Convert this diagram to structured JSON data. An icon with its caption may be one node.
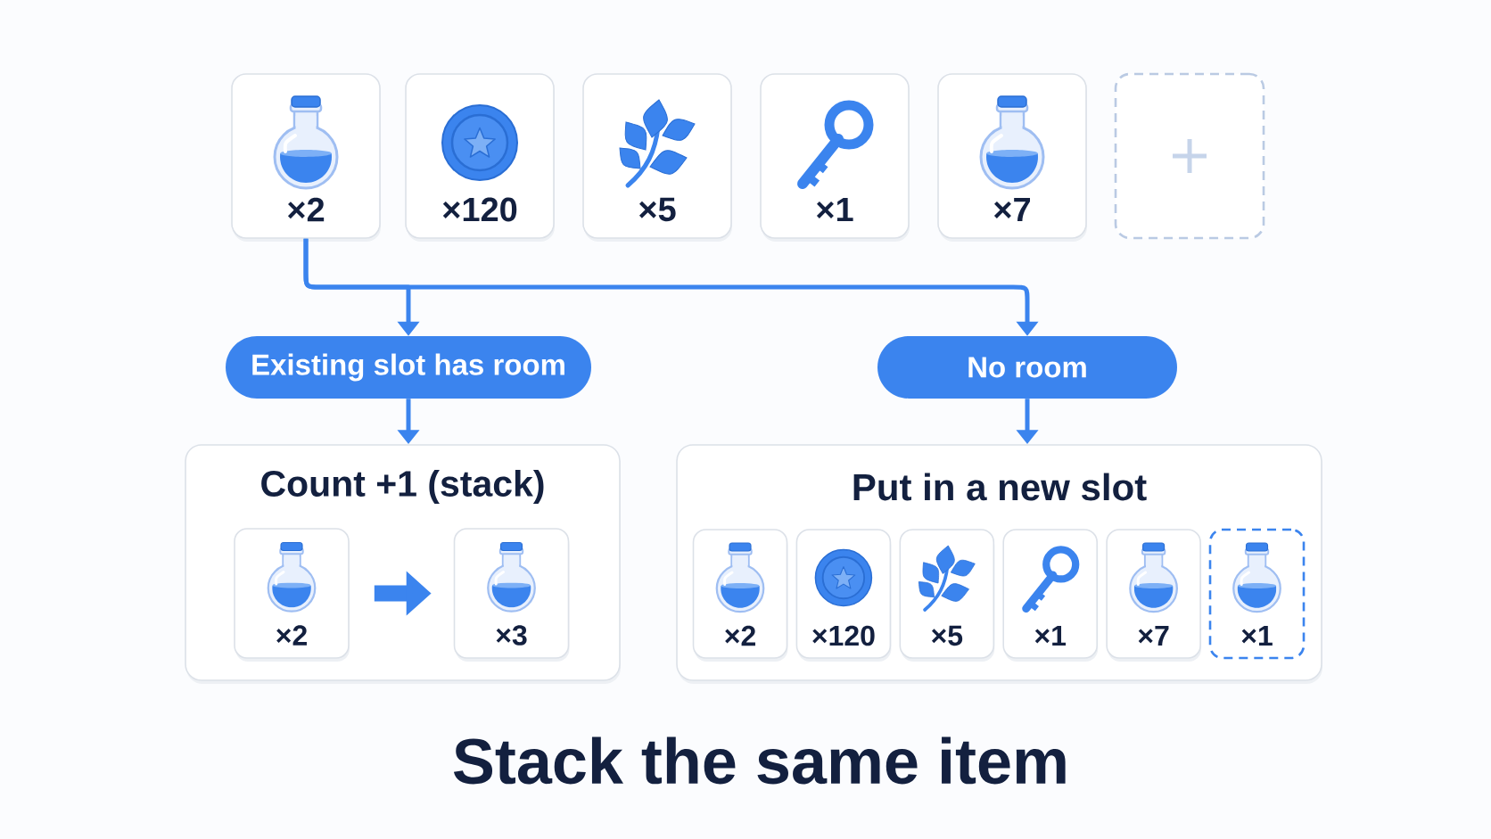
{
  "diagram": {
    "title": "Stack the same item",
    "nodes": [
      {
        "text": [
          "×2"
        ]
      },
      {
        "text": [
          "×120"
        ]
      },
      {
        "text": [
          "×5"
        ]
      },
      {
        "text": [
          "×1"
        ]
      },
      {
        "text": [
          "×7"
        ]
      },
      {
        "text": [],
        "shape": "box"
      },
      {
        "text": [
          "Existing slot has room"
        ]
      },
      {
        "text": [
          "No room"
        ]
      },
      {
        "text": [
          "Count +1 (stack)"
        ]
      },
      {
        "text": [
          "×2"
        ],
        "in": 8
      },
      {
        "text": [
          "×3"
        ],
        "in": 8
      },
      {
        "text": [
          "Put in a new slot"
        ]
      },
      {
        "text": [
          "×2"
        ],
        "in": 11
      },
      {
        "text": [
          "×120"
        ],
        "in": 11
      },
      {
        "text": [
          "×5"
        ],
        "in": 11
      },
      {
        "text": [
          "×1"
        ],
        "in": 11
      },
      {
        "text": [
          "×7"
        ],
        "in": 11
      },
      {
        "text": [
          "×1"
        ],
        "in": 11
      }
    ],
    "edges": [
      {
        "from": 0,
        "to": 6,
        "arrow": "to"
      },
      {
        "from": 0,
        "to": 7,
        "arrow": "to"
      },
      {
        "from": 6,
        "to": 8,
        "arrow": "to"
      },
      {
        "from": 7,
        "to": 11,
        "arrow": "to"
      },
      {
        "from": 9,
        "to": 10,
        "arrow": "to",
        "style": "thick"
      }
    ]
  }
}
